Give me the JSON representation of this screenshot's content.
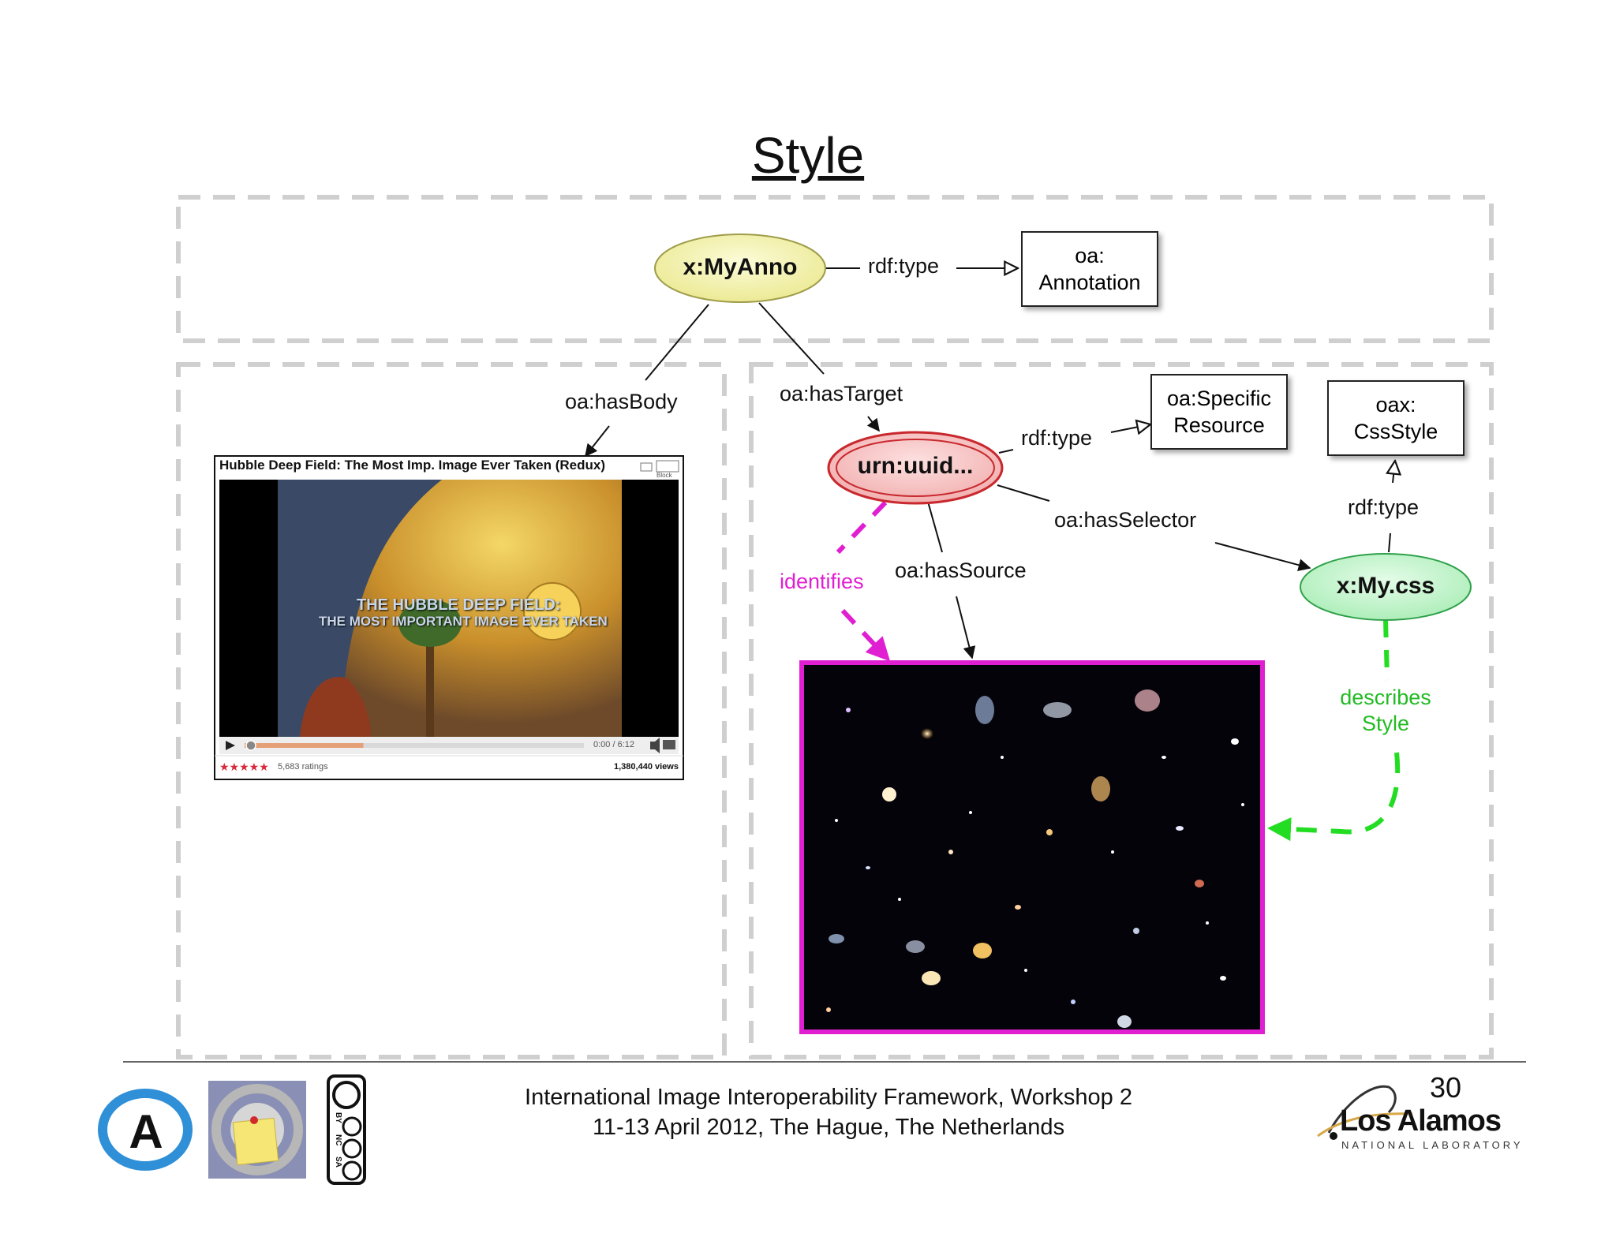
{
  "slide": {
    "title": "Style",
    "page_number": "30"
  },
  "nodes": {
    "anno": "x:MyAnno",
    "annotation_class": [
      "oa:",
      "Annotation"
    ],
    "specific_resource": "urn:uuid...",
    "specific_resource_class": [
      "oa:Specific",
      "Resource"
    ],
    "css_style_class": [
      "oax:",
      "CssStyle"
    ],
    "css": "x:My.css"
  },
  "edges": {
    "rdf_type_1": "rdf:type",
    "has_body": "oa:hasBody",
    "has_target": "oa:hasTarget",
    "rdf_type_2": "rdf:type",
    "has_selector": "oa:hasSelector",
    "rdf_type_3": "rdf:type",
    "identifies": "identifies",
    "has_source": "oa:hasSource",
    "describes_style": [
      "describes",
      "Style"
    ]
  },
  "video": {
    "title": "Hubble Deep Field: The Most Imp. Image Ever Taken (Redux)",
    "overlay_line1": "THE HUBBLE DEEP FIELD:",
    "overlay_line2": "THE MOST IMPORTANT IMAGE EVER TAKEN",
    "time": "0:00 / 6:12",
    "rating_stars": "★★★★★",
    "ratings": "5,683 ratings",
    "views": "1,380,440 views",
    "block_label": "Block",
    "progress": 0.35
  },
  "footer": {
    "line1": "International Image Interoperability Framework, Workshop 2",
    "line2": "11-13 April 2012, The Hague, The Netherlands"
  },
  "logo": {
    "name": "Los Alamos",
    "subtitle": "NATIONAL LABORATORY",
    "a_letter": "A",
    "cc_labels": [
      "BY",
      "NC",
      "SA"
    ]
  },
  "colors": {
    "magenta": "#e01fd2",
    "green": "#22dd22",
    "anno_fill": "#f4f2a8",
    "target_fill": "#f7c6c6",
    "target_stroke": "#c8282e",
    "css_fill": "#c6f5cf",
    "css_stroke": "#2fa14a",
    "dash_gray": "#cfcfcf"
  }
}
